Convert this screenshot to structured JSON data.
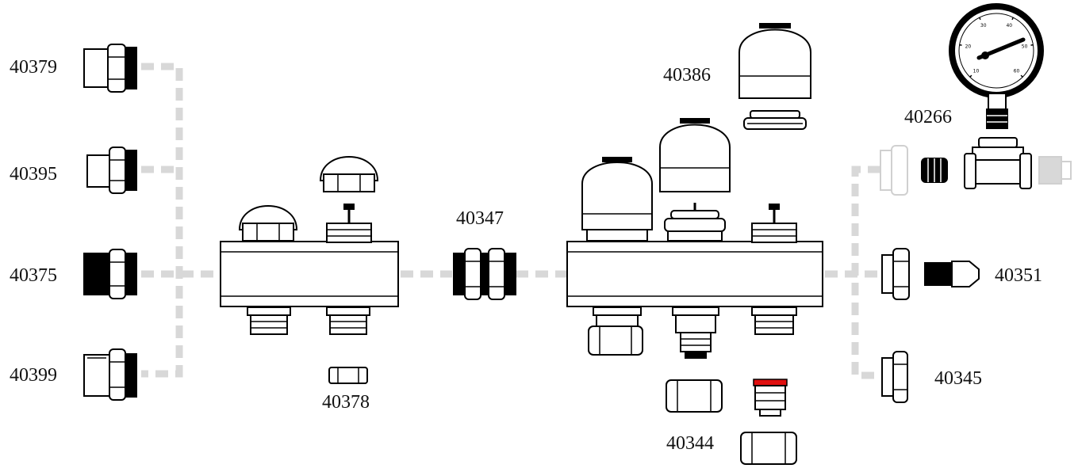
{
  "labels": {
    "p40379": "40379",
    "p40395": "40395",
    "p40375": "40375",
    "p40399": "40399",
    "p40378": "40378",
    "p40347": "40347",
    "p40386": "40386",
    "p40266": "40266",
    "p40351": "40351",
    "p40345": "40345",
    "p40344": "40344"
  },
  "gauge_ticks": [
    "10",
    "20",
    "30",
    "40",
    "50",
    "60"
  ],
  "colors": {
    "connector_dash": "#d8d8d8",
    "outline": "#000000",
    "accent_ring": "#e01010"
  }
}
